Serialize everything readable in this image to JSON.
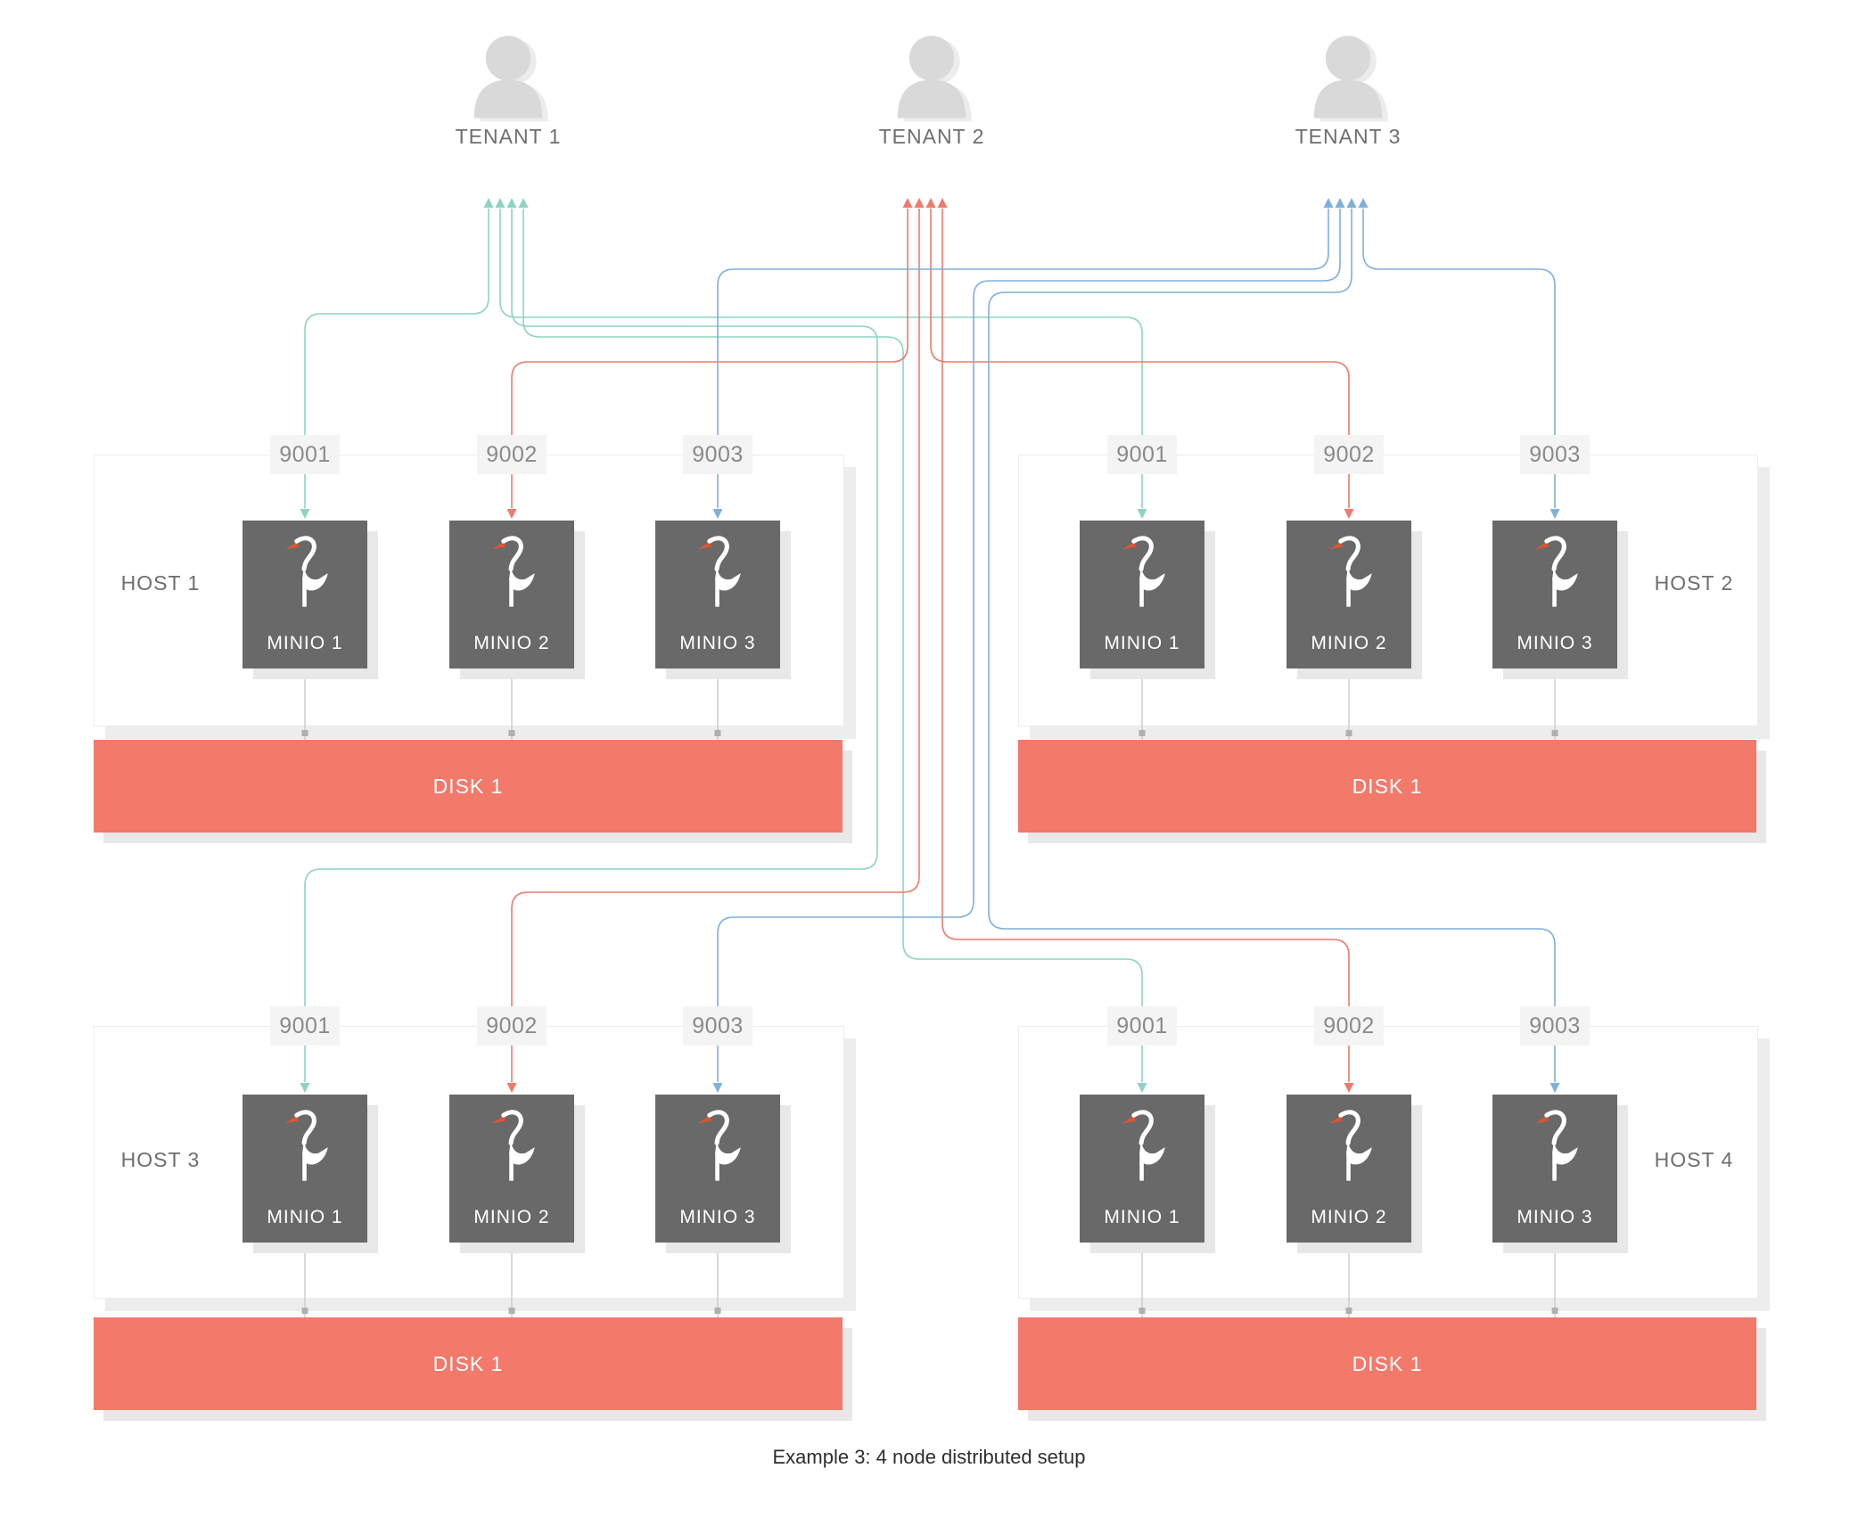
{
  "caption": "Example 3: 4 node distributed setup",
  "tenants": [
    {
      "label": "TENANT 1"
    },
    {
      "label": "TENANT 2"
    },
    {
      "label": "TENANT 3"
    }
  ],
  "hosts": [
    {
      "label": "HOST 1",
      "ports": [
        "9001",
        "9002",
        "9003"
      ],
      "nodes": [
        "MINIO 1",
        "MINIO 2",
        "MINIO 3"
      ],
      "disk": "DISK 1"
    },
    {
      "label": "HOST 2",
      "ports": [
        "9001",
        "9002",
        "9003"
      ],
      "nodes": [
        "MINIO 1",
        "MINIO 2",
        "MINIO 3"
      ],
      "disk": "DISK 1"
    },
    {
      "label": "HOST 3",
      "ports": [
        "9001",
        "9002",
        "9003"
      ],
      "nodes": [
        "MINIO 1",
        "MINIO 2",
        "MINIO 3"
      ],
      "disk": "DISK 1"
    },
    {
      "label": "HOST 4",
      "ports": [
        "9001",
        "9002",
        "9003"
      ],
      "nodes": [
        "MINIO 1",
        "MINIO 2",
        "MINIO 3"
      ],
      "disk": "DISK 1"
    }
  ],
  "icons": {
    "tenant": "person-icon",
    "node_logo": "minio-stork-icon"
  },
  "colors": {
    "tenant1": "#8ed3c4",
    "tenant2": "#f0796d",
    "tenant3": "#7fb0da",
    "disk": "#f3796b",
    "node": "#696969"
  }
}
